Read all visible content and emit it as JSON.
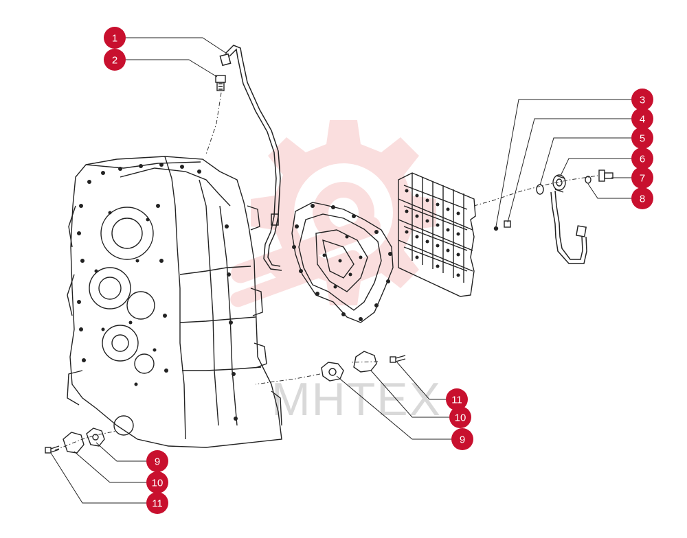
{
  "colors": {
    "badge": "#c8102e",
    "badge_text": "#ffffff",
    "line": "#222222",
    "watermark": "#f2a3a3",
    "watermark_text": "#d9d9d9"
  },
  "watermark": {
    "text": "МНТЕХ",
    "icon": "gear-logo-icon"
  },
  "callouts": [
    {
      "label": "1"
    },
    {
      "label": "2"
    },
    {
      "label": "3"
    },
    {
      "label": "4"
    },
    {
      "label": "5"
    },
    {
      "label": "6"
    },
    {
      "label": "7"
    },
    {
      "label": "8"
    },
    {
      "label": "9"
    },
    {
      "label": "10"
    },
    {
      "label": "11"
    },
    {
      "label": "9"
    },
    {
      "label": "10"
    },
    {
      "label": "11"
    }
  ]
}
